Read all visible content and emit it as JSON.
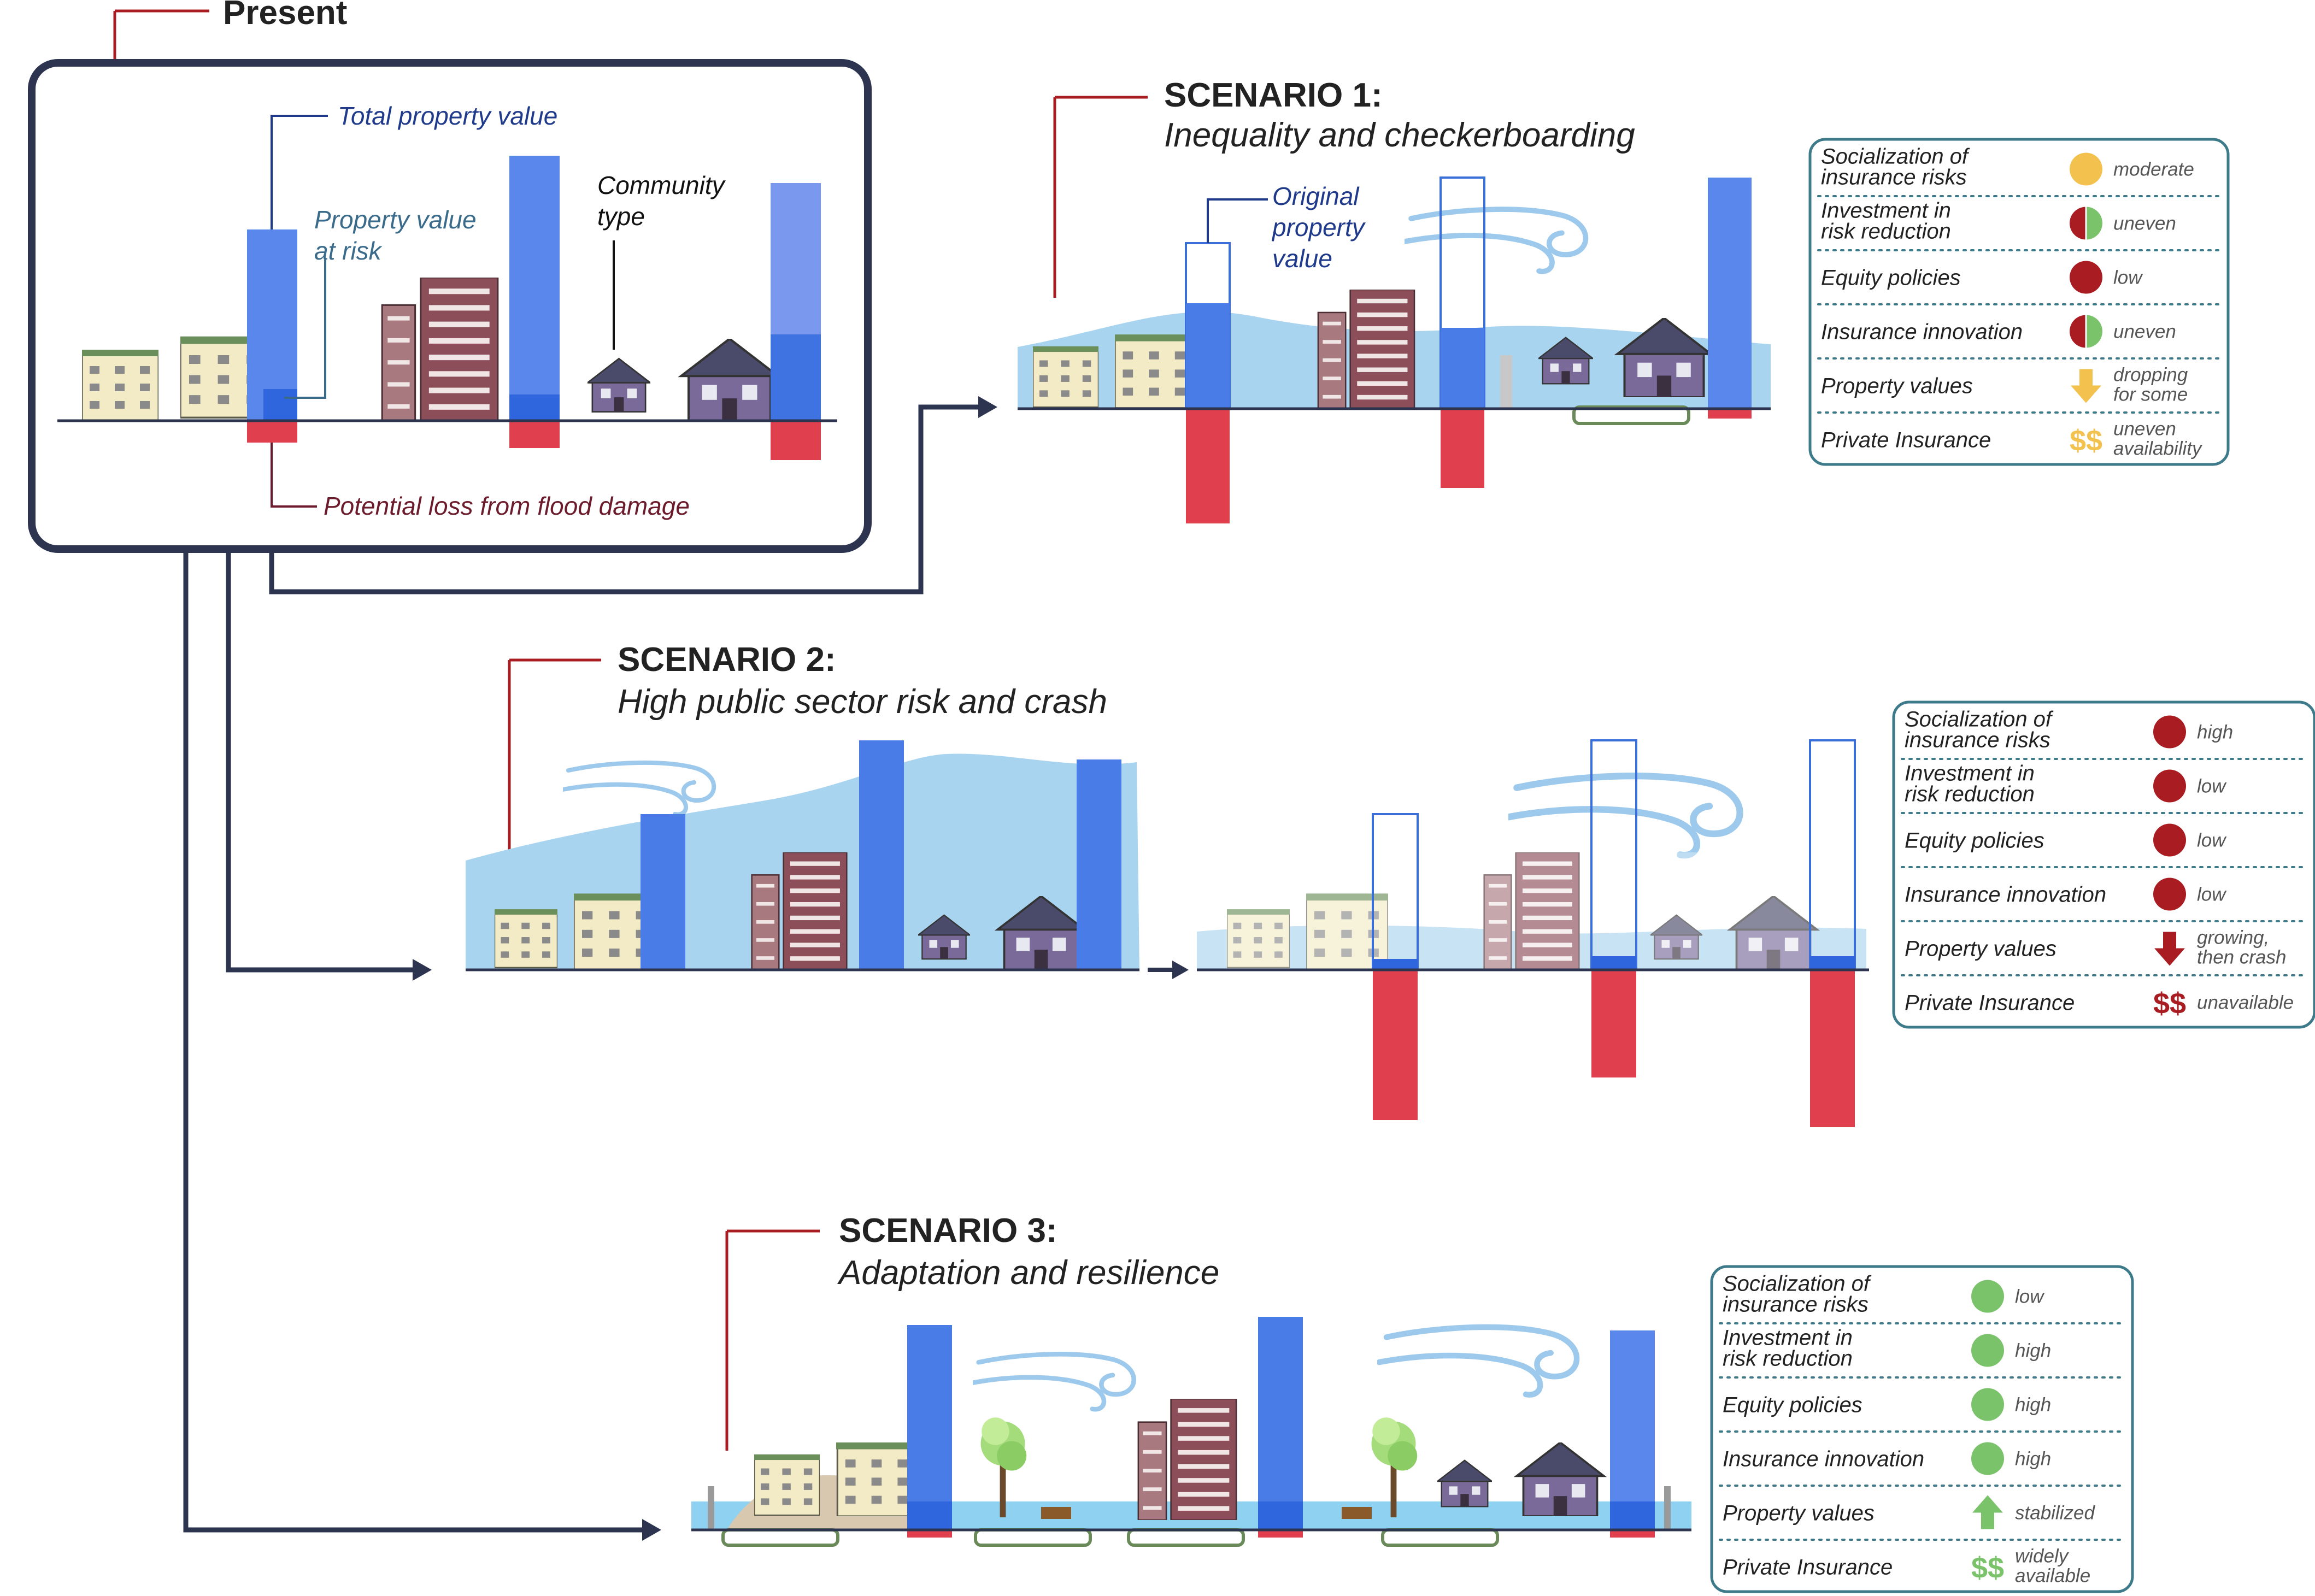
{
  "present": {
    "title": "Present",
    "label_total": "Total property value",
    "label_at_risk_1": "Property value",
    "label_at_risk_2": "at risk",
    "label_community_1": "Community",
    "label_community_2": "type",
    "label_loss": "Potential loss from flood damage"
  },
  "scenario1": {
    "title": "SCENARIO 1:",
    "subtitle": "Inequality and checkerboarding",
    "label_original_1": "Original",
    "label_original_2": "property",
    "label_original_3": "value",
    "table": [
      {
        "label": [
          "Socialization of",
          "insurance risks"
        ],
        "indicator": "circle",
        "color": "#f2c14e",
        "value": [
          "moderate"
        ]
      },
      {
        "label": [
          "Investment in",
          "risk reduction"
        ],
        "indicator": "half",
        "color": "#a81c22",
        "color2": "#7ac36a",
        "value": [
          "uneven"
        ]
      },
      {
        "label": [
          "Equity policies"
        ],
        "indicator": "circle",
        "color": "#a81c22",
        "value": [
          "low"
        ]
      },
      {
        "label": [
          "Insurance innovation"
        ],
        "indicator": "half",
        "color": "#a81c22",
        "color2": "#7ac36a",
        "value": [
          "uneven"
        ]
      },
      {
        "label": [
          "Property values"
        ],
        "indicator": "arrow-down",
        "color": "#f2c14e",
        "value": [
          "dropping",
          "for some"
        ]
      },
      {
        "label": [
          "Private Insurance"
        ],
        "indicator": "dollar",
        "color": "#f2c14e",
        "symbol": "$$",
        "value": [
          "uneven",
          "availability"
        ]
      }
    ]
  },
  "scenario2": {
    "title": "SCENARIO 2:",
    "subtitle": "High public sector risk and crash",
    "table": [
      {
        "label": [
          "Socialization of",
          "insurance risks"
        ],
        "indicator": "circle",
        "color": "#a81c22",
        "value": [
          "high"
        ]
      },
      {
        "label": [
          "Investment in",
          "risk reduction"
        ],
        "indicator": "circle",
        "color": "#a81c22",
        "value": [
          "low"
        ]
      },
      {
        "label": [
          "Equity policies"
        ],
        "indicator": "circle",
        "color": "#a81c22",
        "value": [
          "low"
        ]
      },
      {
        "label": [
          "Insurance innovation"
        ],
        "indicator": "circle",
        "color": "#a81c22",
        "value": [
          "low"
        ]
      },
      {
        "label": [
          "Property values"
        ],
        "indicator": "arrow-down",
        "color": "#a81c22",
        "value": [
          "growing,",
          "then crash"
        ]
      },
      {
        "label": [
          "Private Insurance"
        ],
        "indicator": "dollar",
        "color": "#a81c22",
        "symbol": "$$",
        "value": [
          "unavailable"
        ]
      }
    ]
  },
  "scenario3": {
    "title": "SCENARIO 3:",
    "subtitle": "Adaptation and resilience",
    "table": [
      {
        "label": [
          "Socialization of",
          "insurance risks"
        ],
        "indicator": "circle",
        "color": "#7ac36a",
        "value": [
          "low"
        ]
      },
      {
        "label": [
          "Investment in",
          "risk reduction"
        ],
        "indicator": "circle",
        "color": "#7ac36a",
        "value": [
          "high"
        ]
      },
      {
        "label": [
          "Equity policies"
        ],
        "indicator": "circle",
        "color": "#7ac36a",
        "value": [
          "high"
        ]
      },
      {
        "label": [
          "Insurance innovation"
        ],
        "indicator": "circle",
        "color": "#7ac36a",
        "value": [
          "high"
        ]
      },
      {
        "label": [
          "Property values"
        ],
        "indicator": "arrow-up",
        "color": "#7ac36a",
        "value": [
          "stabilized"
        ]
      },
      {
        "label": [
          "Private Insurance"
        ],
        "indicator": "dollar",
        "color": "#7ac36a",
        "symbol": "$$",
        "value": [
          "widely",
          "available"
        ]
      }
    ]
  },
  "colors": {
    "property_bar": "#4a7ce8",
    "loss_bar": "#e0404e",
    "water": "#a9d4ef",
    "frame": "#2d3450",
    "table_border": "#3d7a8a",
    "leader": "#a81c22"
  }
}
